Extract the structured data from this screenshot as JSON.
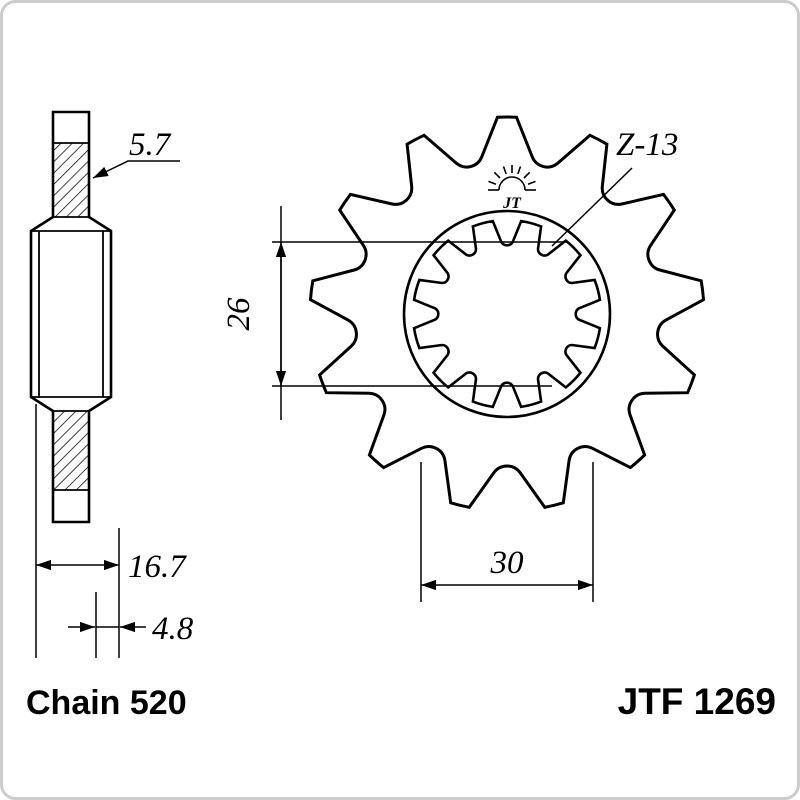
{
  "colors": {
    "ink": "#000000",
    "frame_border": "#cccccc",
    "background": "#ffffff"
  },
  "side_view": {
    "hub_width": "5.7",
    "overall_width": "16.7",
    "plate_width": "4.8"
  },
  "front_view": {
    "teeth_count": "Z-13",
    "spline_bore": "26",
    "hub_boss": "30",
    "logo_text": "JT"
  },
  "footer": {
    "chain_label": "Chain 520",
    "part_number": "JTF 1269"
  }
}
